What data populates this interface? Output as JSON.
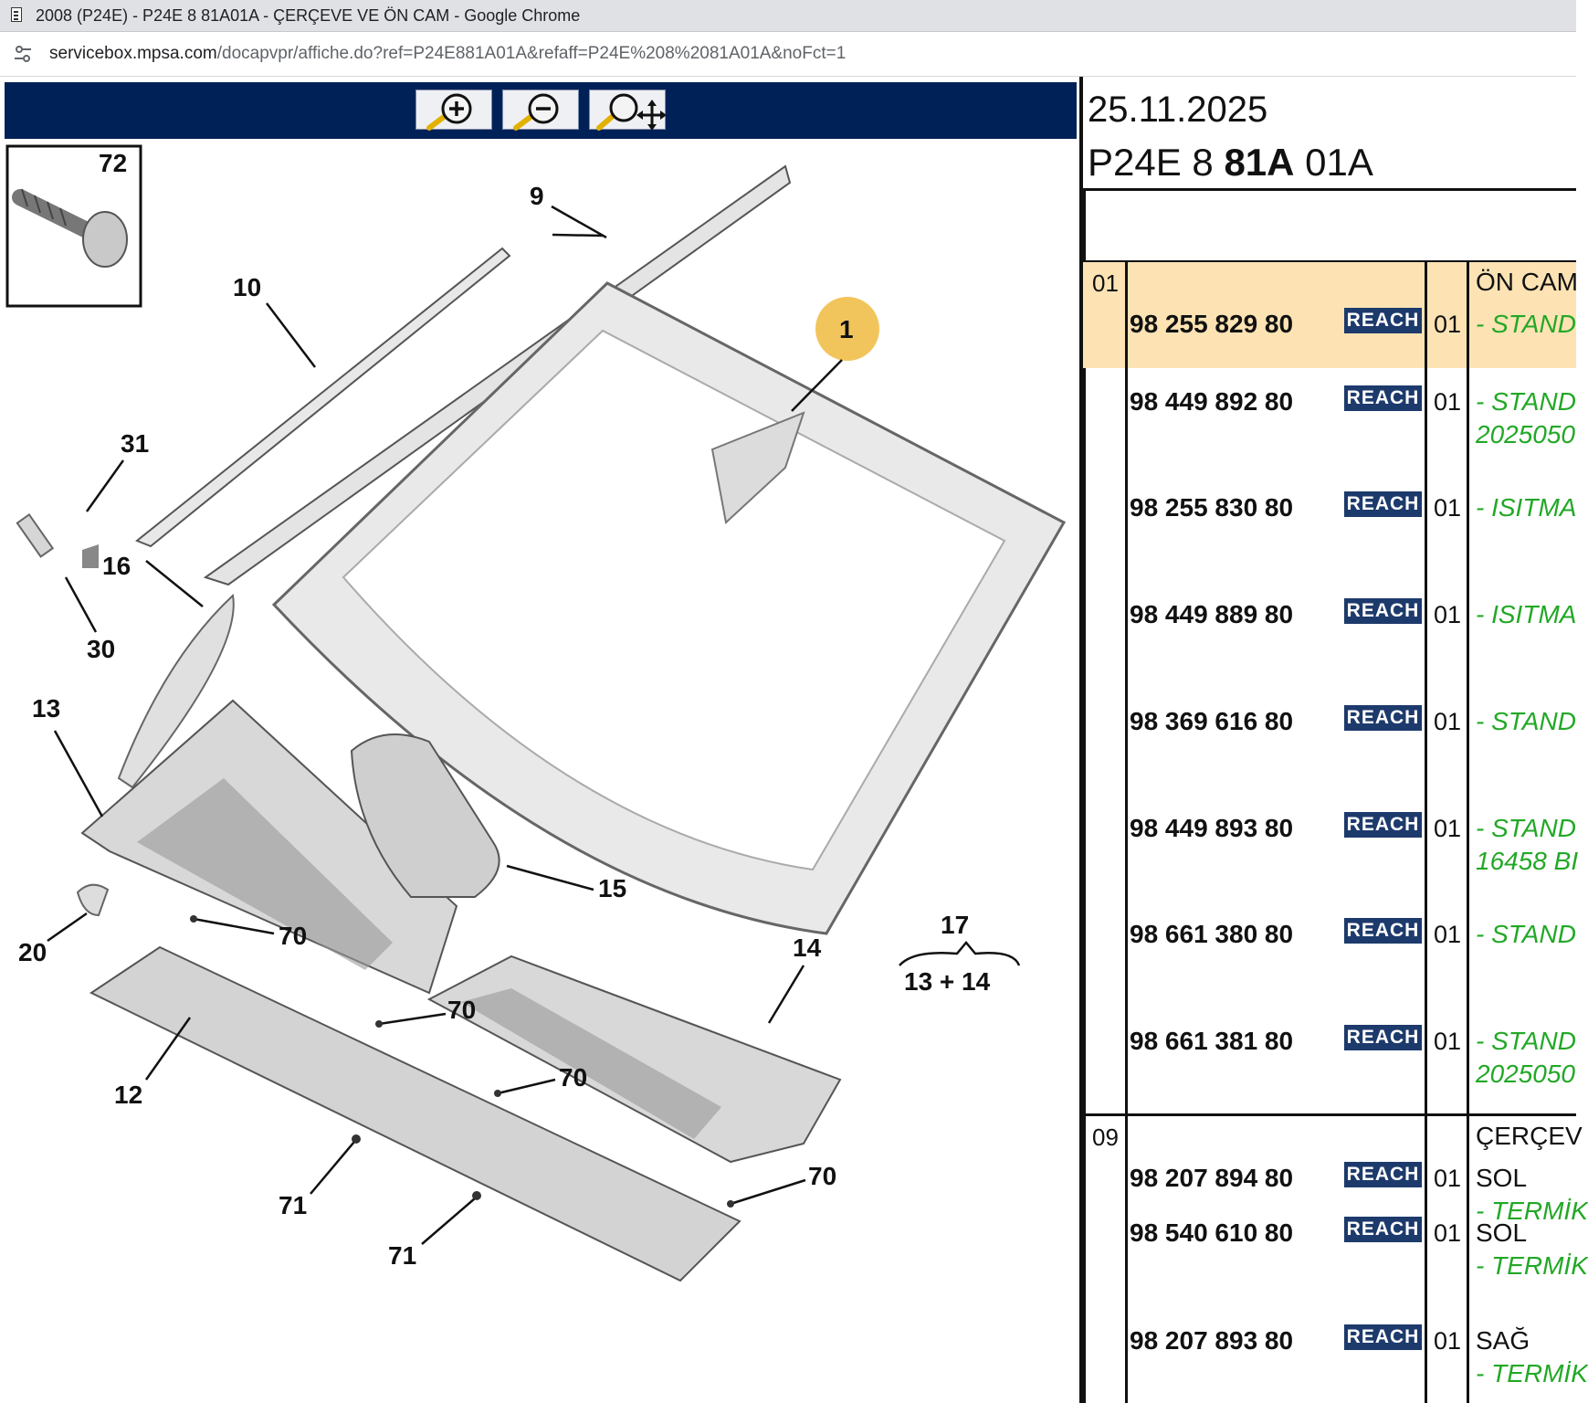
{
  "browser": {
    "window_title": "2008 (P24E) - P24E 8 81A01A - ÇERÇEVE VE ÖN CAM - Google Chrome",
    "url_host": "servicebox.mpsa.com",
    "url_path": "/docapvpr/affiche.do?ref=P24E881A01A&refaff=P24E%208%2081A01A&noFct=1"
  },
  "toolbar": {
    "zoom_in": "zoom-in",
    "zoom_out": "zoom-out",
    "pan": "pan"
  },
  "diagram": {
    "callouts": [
      "72",
      "9",
      "10",
      "1",
      "31",
      "16",
      "30",
      "13",
      "15",
      "20",
      "70",
      "17",
      "13 + 14",
      "14",
      "12",
      "71"
    ]
  },
  "header": {
    "date": "25.11.2025",
    "ref_prefix": "P24E 8 ",
    "ref_bold": "81A",
    "ref_suffix": " 01A"
  },
  "parts": [
    {
      "group": "01",
      "heading": "ÖN CAM",
      "part": "98 255 829 80",
      "badge": "REACH",
      "qty": "01",
      "desc": "- STAND",
      "desc2": ""
    },
    {
      "group": "",
      "heading": "",
      "part": "98 449 892 80",
      "badge": "REACH",
      "qty": "01",
      "desc": "- STAND",
      "desc2": "2025050"
    },
    {
      "group": "",
      "heading": "",
      "part": "98 255 830 80",
      "badge": "REACH",
      "qty": "01",
      "desc": "- ISITMA",
      "desc2": ""
    },
    {
      "group": "",
      "heading": "",
      "part": "98 449 889 80",
      "badge": "REACH",
      "qty": "01",
      "desc": "- ISITMA",
      "desc2": ""
    },
    {
      "group": "",
      "heading": "",
      "part": "98 369 616 80",
      "badge": "REACH",
      "qty": "01",
      "desc": "- STAND",
      "desc2": ""
    },
    {
      "group": "",
      "heading": "",
      "part": "98 449 893 80",
      "badge": "REACH",
      "qty": "01",
      "desc": "- STAND",
      "desc2": "16458 BI"
    },
    {
      "group": "",
      "heading": "",
      "part": "98 661 380 80",
      "badge": "REACH",
      "qty": "01",
      "desc": "- STAND",
      "desc2": ""
    },
    {
      "group": "",
      "heading": "",
      "part": "98 661 381 80",
      "badge": "REACH",
      "qty": "01",
      "desc": "- STAND",
      "desc2": "2025050"
    },
    {
      "group": "09",
      "heading": "ÇERÇEV",
      "part": "98 207 894 80",
      "badge": "REACH",
      "qty": "01",
      "desc": "SOL",
      "desc2": "- TERMİK"
    },
    {
      "group": "",
      "heading": "",
      "part": "98 540 610 80",
      "badge": "REACH",
      "qty": "01",
      "desc": "SOL",
      "desc2": "- TERMİK"
    },
    {
      "group": "",
      "heading": "",
      "part": "98 207 893 80",
      "badge": "REACH",
      "qty": "01",
      "desc": "SAĞ",
      "desc2": "- TERMİK"
    }
  ]
}
